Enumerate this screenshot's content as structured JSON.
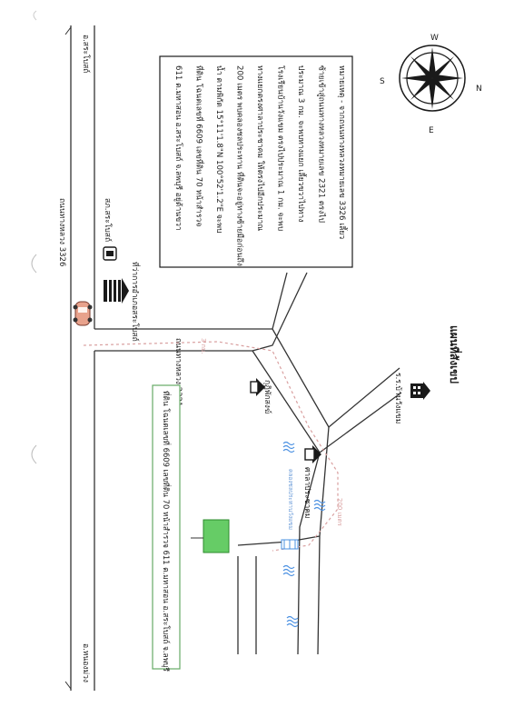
{
  "title": "แผนที่สังเขป",
  "roads": {
    "highway_3326": "ถนนทางหลวง 3326",
    "highway_2321": "ถนนทางหลวง 2321",
    "to_sabot": "อ.สระโบสถ์",
    "to_nong_muang": "อ.หนองม่วง"
  },
  "distances": {
    "d3km": "3 กม.",
    "d200m": "200 เมตร"
  },
  "places": {
    "police": "สภ.สระโบสถ์",
    "district_office": "ที่ว่าการอำเภอสระโบสถ์",
    "village": "ร.ร.บ้านวังแขม",
    "temple": "กุฏิพักสงฆ์",
    "irrigation": "ศาลาประชาคม",
    "canal": "คลองชลประทานวังแขม"
  },
  "description_lines": [
    "หมายเหตุ - จากถนนทางหลวงหมายเลข 3326 เลี้ยว",
    "ซ้ายเข้าสู่ถนนทางหลวงหมายเลข 2321 ตรงไป",
    "ประมาณ 3 กม. จะพบทางแยก เลี้ยวขวาไปทาง",
    "โรงเรียนบ้านวังแขม ตรงไปประมาณ 1 กม. จะพบ",
    "ทางแยกตรงศาลาประชาคม ให้ตรงไปอีกประมาณ",
    "200 เมตร พบคลองชลประทาน ที่ดินจะอยู่ทางซ้ายมือก่อนถึง",
    "น้ำ ตามพิกัด 15°11'1.8\"N 100°52'1.2\"E จะพบ",
    "ที่ดิน โฉนดเลขที่ 6609 เลขที่ดิน 70 หน้าสำรวจ",
    "611 ต.มหาสอน อ.สระโบสถ์ จ.ลพบุรี อยู่ด้านขวา"
  ],
  "land_label": "ที่ดิน โฉนดเลขที่ 6609 เลขที่ดิน 70 หน้าสำรวจ 611 ต.มหาสอน อ.สระโบสถ์ จ.ลพบุรี",
  "compass": {
    "n": "N",
    "s": "S",
    "e": "E",
    "w": "W"
  },
  "colors": {
    "land": "#66cc66",
    "land_border": "#2e8b2e",
    "route": "#d9a0a0",
    "water": "#4a90e2"
  }
}
